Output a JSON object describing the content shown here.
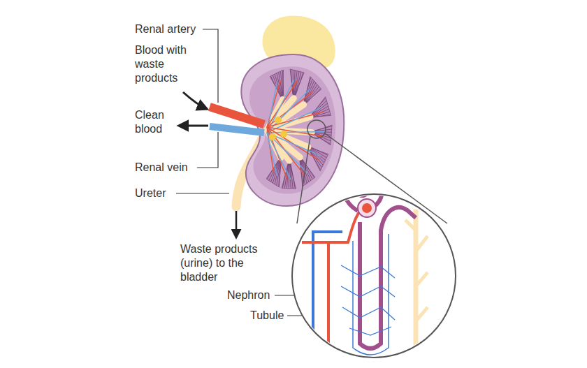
{
  "diagram": {
    "labels": [
      "Renal artery",
      "Blood with waste products",
      "Clean blood",
      "Renal vein",
      "Ureter",
      "Waste products (urine) to the bladder",
      "Nephron",
      "Tubule"
    ]
  }
}
